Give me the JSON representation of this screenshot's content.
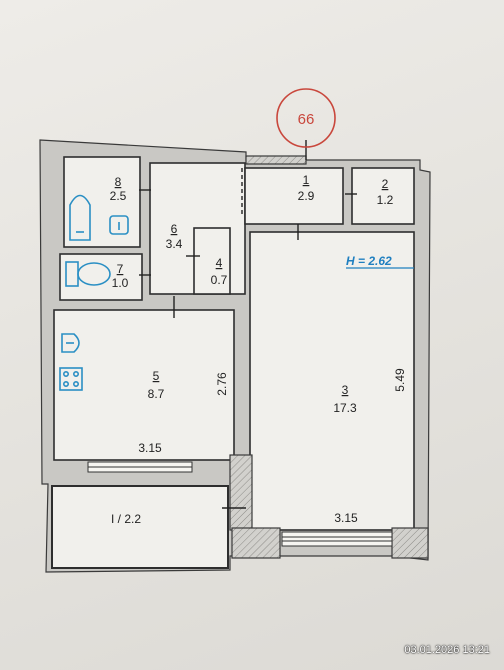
{
  "plan_number": "66",
  "height_label": "H = 2.62",
  "rooms": [
    {
      "num": "1",
      "area": "2.9"
    },
    {
      "num": "2",
      "area": "1.2"
    },
    {
      "num": "3",
      "area": "17.3"
    },
    {
      "num": "4",
      "area": "0.7"
    },
    {
      "num": "5",
      "area": "8.7"
    },
    {
      "num": "6",
      "area": "3.4"
    },
    {
      "num": "7",
      "area": "1.0"
    },
    {
      "num": "8",
      "area": "2.5"
    }
  ],
  "balcony_label": "I / 2.2",
  "dimensions": {
    "room5_width": "3.15",
    "room5_depth": "2.76",
    "room3_width": "3.15",
    "room3_depth": "5.49"
  },
  "timestamp": "03.01.2026  13:21",
  "colors": {
    "blue": "#2a8fc4",
    "red": "#c9473c"
  }
}
